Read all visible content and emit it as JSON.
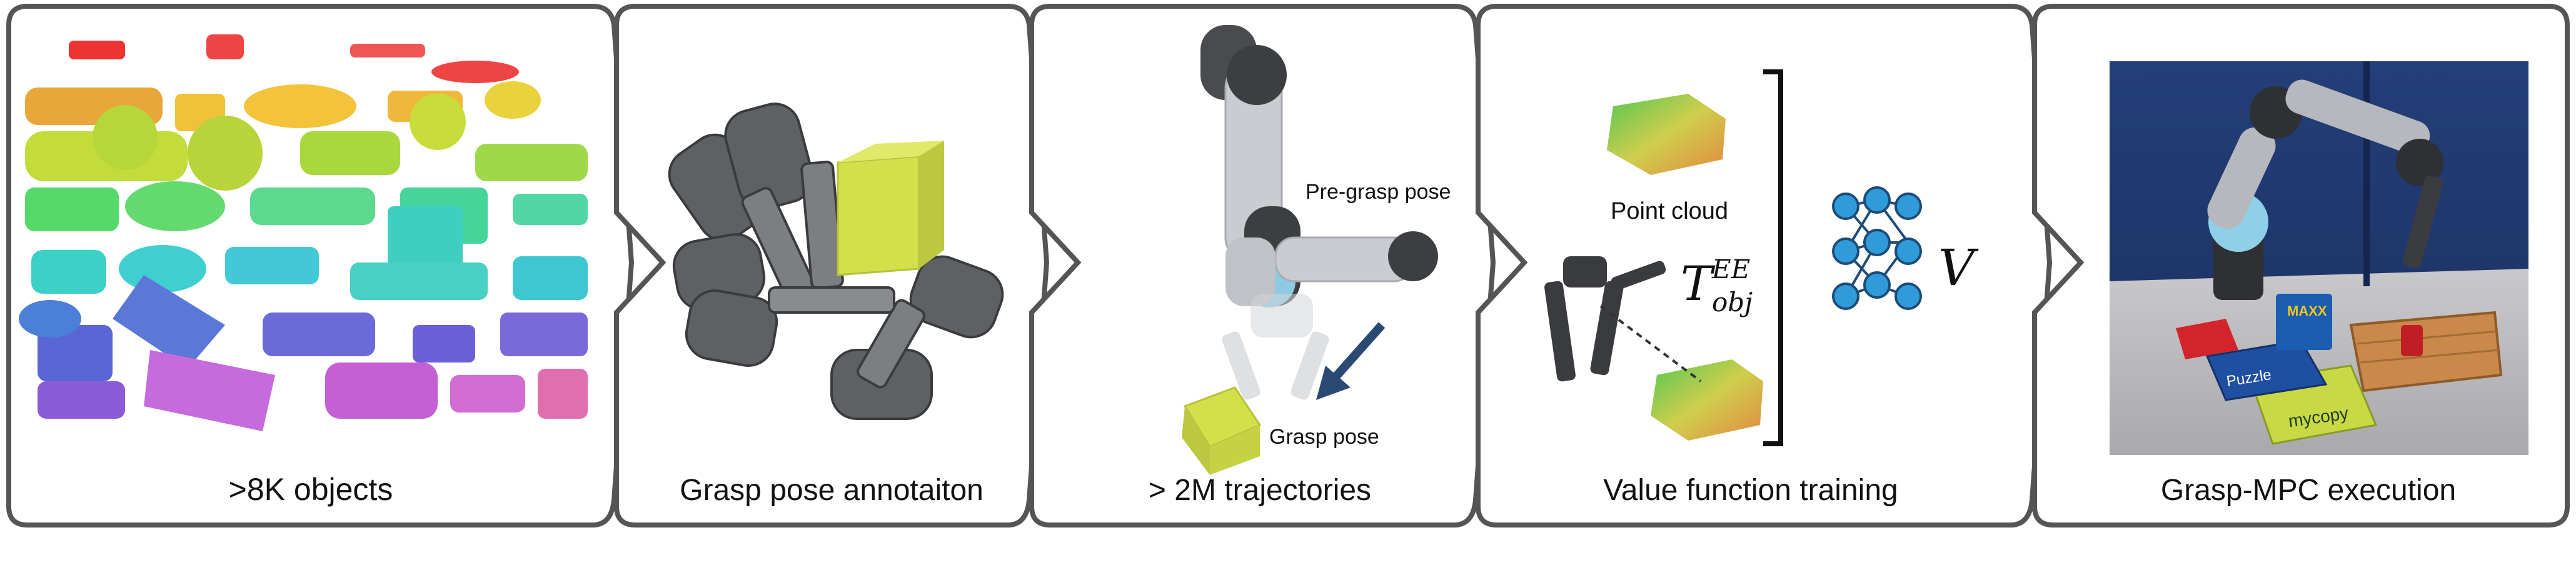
{
  "panels": [
    {
      "id": "objects",
      "label": ">8K objects"
    },
    {
      "id": "grasp",
      "label": "Grasp pose annotaiton"
    },
    {
      "id": "traj",
      "label": "> 2M trajectories"
    },
    {
      "id": "value",
      "label": "Value function training"
    },
    {
      "id": "exec",
      "label": "Grasp-MPC execution"
    }
  ],
  "annotations": {
    "pre_grasp": "Pre-grasp pose",
    "grasp": "Grasp pose",
    "point_cloud": "Point cloud",
    "transform_base": "T",
    "transform_sup": "EE",
    "transform_sub": "obj",
    "value_symbol": "V"
  },
  "product_text": {
    "box1": "MAXX",
    "box2": "mycopy",
    "box3": "Puzzle"
  },
  "colors": {
    "frame": "#555555",
    "node": "#2f9bd8",
    "arrow": "#2b4a73",
    "wall": "#1e3566",
    "cube": "#d3e04a"
  }
}
